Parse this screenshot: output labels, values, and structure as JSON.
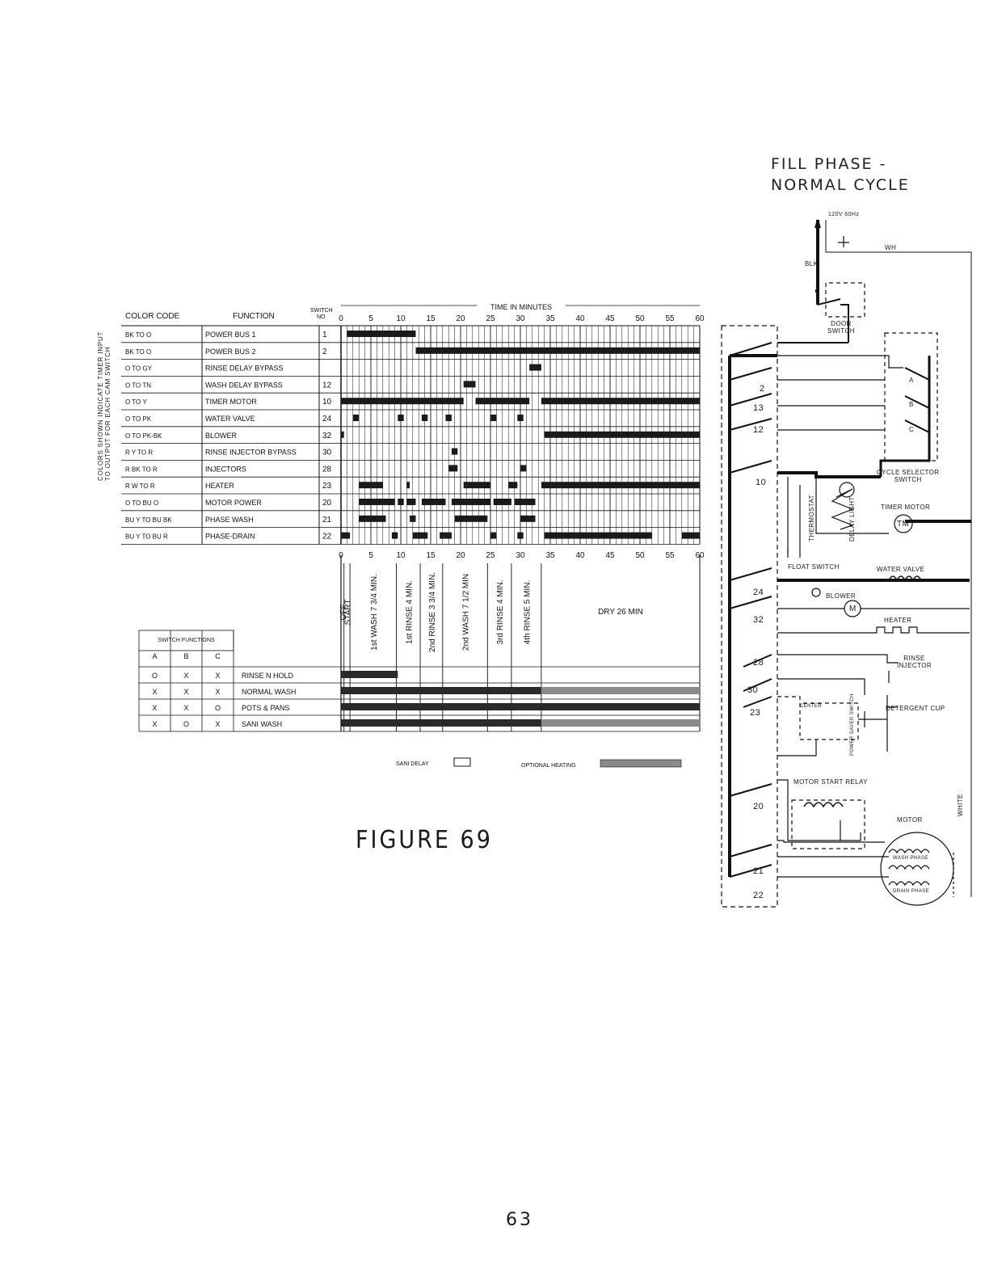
{
  "figure": {
    "caption": "FIGURE 69",
    "page_number": "63",
    "phase_title_line1": "FILL PHASE -",
    "phase_title_line2": "NORMAL CYCLE"
  },
  "timer_chart": {
    "time_header": "TIME IN MINUTES",
    "column_headers": {
      "color_code": "COLOR CODE",
      "function": "FUNCTION",
      "switch_no_1": "SWITCH",
      "switch_no_2": "NO"
    },
    "side_note_line1": "COLORS SHOWN INDICATE TIMER INPUT",
    "side_note_line2": "TO OUTPUT FOR EACH CAM SWITCH",
    "time_ticks": [
      "0",
      "5",
      "10",
      "15",
      "20",
      "25",
      "30",
      "35",
      "40",
      "45",
      "50",
      "55",
      "60"
    ],
    "rows": [
      {
        "color": "BK TO O",
        "function": "POWER BUS 1",
        "switch": "1",
        "segments": [
          [
            1,
            12.5
          ]
        ]
      },
      {
        "color": "BK TO O",
        "function": "POWER BUS 2",
        "switch": "2",
        "segments": [
          [
            12.5,
            60
          ]
        ]
      },
      {
        "color": "O TO GY",
        "function": "RINSE DELAY BYPASS",
        "switch": "",
        "segments": [
          [
            31.5,
            33.5
          ]
        ]
      },
      {
        "color": "O TO TN",
        "function": "WASH DELAY BYPASS",
        "switch": "12",
        "segments": [
          [
            20.5,
            22.5
          ]
        ]
      },
      {
        "color": "O TO Y",
        "function": "TIMER MOTOR",
        "switch": "10",
        "segments": [
          [
            0,
            20.5
          ],
          [
            22.5,
            31.5
          ],
          [
            33.5,
            60
          ]
        ]
      },
      {
        "color": "O TO PK",
        "function": "WATER VALVE",
        "switch": "24",
        "segments": [
          [
            2,
            3
          ],
          [
            9.5,
            10.5
          ],
          [
            13.5,
            14.5
          ],
          [
            17.5,
            18.5
          ],
          [
            25,
            26
          ],
          [
            29.5,
            30.5
          ]
        ]
      },
      {
        "color": "O TO PK-BK",
        "function": "BLOWER",
        "switch": "32",
        "segments": [
          [
            0,
            0.5
          ],
          [
            34,
            60
          ]
        ]
      },
      {
        "color": "R Y TO R",
        "function": "RINSE INJECTOR BYPASS",
        "switch": "30",
        "segments": [
          [
            18.5,
            19.5
          ]
        ]
      },
      {
        "color": "R BK TO R",
        "function": "INJECTORS",
        "switch": "28",
        "segments": [
          [
            18,
            19.5
          ],
          [
            30,
            31
          ]
        ]
      },
      {
        "color": "R W TO R",
        "function": "HEATER",
        "switch": "23",
        "segments": [
          [
            3,
            7
          ],
          [
            11,
            11.5
          ],
          [
            20.5,
            25
          ],
          [
            28,
            29.5
          ],
          [
            33.5,
            60
          ]
        ]
      },
      {
        "color": "O TO BU O",
        "function": "MOTOR POWER",
        "switch": "20",
        "segments": [
          [
            3,
            9
          ],
          [
            9.5,
            10.5
          ],
          [
            11,
            12.5
          ],
          [
            13.5,
            17.5
          ],
          [
            18.5,
            25
          ],
          [
            25.5,
            28.5
          ],
          [
            29,
            32.5
          ]
        ]
      },
      {
        "color": "BU Y TO BU BK",
        "function": "PHASE WASH",
        "switch": "21",
        "segments": [
          [
            3,
            7.5
          ],
          [
            11.5,
            12.5
          ],
          [
            19,
            24.5
          ],
          [
            30,
            32.5
          ]
        ]
      },
      {
        "color": "BU Y TO BU R",
        "function": "PHASE-DRAIN",
        "switch": "22",
        "segments": [
          [
            0,
            1.5
          ],
          [
            8.5,
            9.5
          ],
          [
            12,
            14.5
          ],
          [
            16.5,
            18.5
          ],
          [
            25,
            26
          ],
          [
            29.5,
            30.5
          ],
          [
            34,
            52
          ],
          [
            57,
            60
          ]
        ]
      }
    ],
    "cycle_steps": [
      {
        "label": "OFF",
        "start": 0,
        "end": 0.5
      },
      {
        "label": "START",
        "start": 0.5,
        "end": 1.5
      },
      {
        "label": "1st WASH 7 3/4 MIN.",
        "start": 1.5,
        "end": 9.25
      },
      {
        "label": "1st RINSE 4 MIN.",
        "start": 9.25,
        "end": 13.25
      },
      {
        "label": "2nd RINSE 3 3/4 MIN.",
        "start": 13.25,
        "end": 17
      },
      {
        "label": "2nd WASH 7 1/2 MIN",
        "start": 17,
        "end": 24.5
      },
      {
        "label": "3rd RINSE 4 MIN.",
        "start": 24.5,
        "end": 28.5
      },
      {
        "label": "4th RINSE 5 MIN.",
        "start": 28.5,
        "end": 33.5
      },
      {
        "label": "DRY 26 MIN",
        "start": 33.5,
        "end": 60
      }
    ],
    "switch_functions": {
      "title": "SWITCH FUNCTIONS",
      "columns": [
        "A",
        "B",
        "C"
      ],
      "cycles": [
        {
          "values": [
            "O",
            "X",
            "X"
          ],
          "name": "RINSE N HOLD",
          "run": [
            [
              0,
              9.5
            ]
          ],
          "heat": []
        },
        {
          "values": [
            "X",
            "X",
            "X"
          ],
          "name": "NORMAL WASH",
          "run": [
            [
              0,
              33.5
            ]
          ],
          "heat": [
            [
              33.5,
              60
            ]
          ]
        },
        {
          "values": [
            "X",
            "X",
            "O"
          ],
          "name": "POTS & PANS",
          "run": [
            [
              0,
              60
            ]
          ],
          "heat": []
        },
        {
          "values": [
            "X",
            "O",
            "X"
          ],
          "name": "SANI WASH",
          "run": [
            [
              0,
              33.5
            ]
          ],
          "heat": [
            [
              33.5,
              60
            ]
          ]
        }
      ]
    },
    "legend": {
      "sani_delay": "SANI DELAY",
      "optional_heating": "OPTIONAL HEATING"
    }
  },
  "schematic": {
    "labels": {
      "door_switch_1": "DOOR",
      "door_switch_2": "SWITCH",
      "cycle_selector_1": "CYCLE SELECTOR",
      "cycle_selector_2": "SWITCH",
      "timer_motor": "TIMER MOTOR",
      "tm": "TM",
      "thermostat": "THERMOSTAT",
      "delay_light": "DELAY LIGHT",
      "float_switch": "FLOAT SWITCH",
      "water_valve": "WATER VALVE",
      "blower": "BLOWER",
      "blower_symbol": "M",
      "heater": "HEATER",
      "rinse_injector_1": "RINSE",
      "rinse_injector_2": "INJECTOR",
      "detergent_cup": "DETERGENT CUP",
      "center": "CENTER",
      "power_saver": "POWER SAVER SWITCH",
      "motor_start_relay": "MOTOR START RELAY",
      "motor": "MOTOR",
      "wash_phase": "WASH PHASE",
      "drain_phase": "DRAIN PHASE",
      "white": "WHITE",
      "blk": "BLK",
      "wh": "WH",
      "supply": "120V 60Hz"
    },
    "switch_numbers": [
      "2",
      "13",
      "12",
      "10",
      "24",
      "32",
      "28",
      "30",
      "23",
      "20",
      "21",
      "22"
    ],
    "selector_terminals": [
      "A",
      "B",
      "C"
    ]
  }
}
